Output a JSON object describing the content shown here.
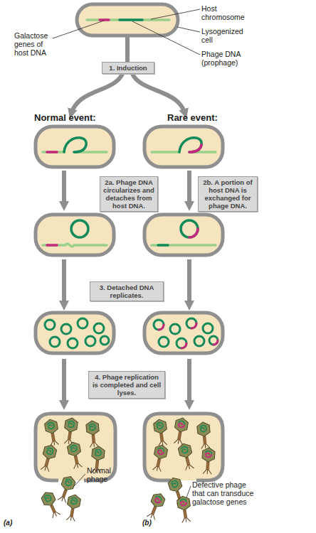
{
  "diagram": {
    "nodes": [
      {
        "text": [
          "1. Induction"
        ]
      },
      {
        "text": [
          "2a. Phage DNA circularizes and detaches from host DNA."
        ]
      },
      {
        "text": [
          "2b. A portion of host DNA is exchanged for phage DNA."
        ]
      },
      {
        "text": [
          "3. Detached DNA replicates."
        ]
      },
      {
        "text": [
          "4. Phage replication is completed and cell lyses."
        ]
      }
    ],
    "labels": [
      "Host chromosome",
      "Lysogenized cell",
      "Phage DNA (prophage)",
      "Galactose genes of host DNA",
      "Normal event:",
      "Rare event:",
      "Normal phage",
      "Defective phage that can transduce galactose genes",
      "(a)",
      "(b)"
    ]
  }
}
